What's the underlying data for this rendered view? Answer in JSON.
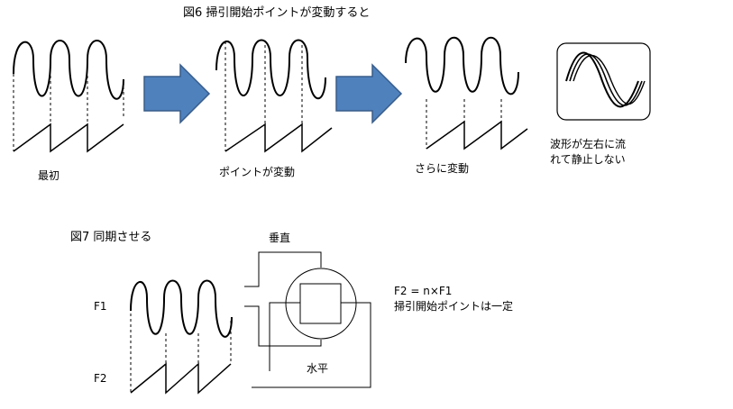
{
  "fig6": {
    "title": "図6  掃引開始ポイントが変動すると",
    "stage_labels": [
      "最初",
      "ポイントが変動",
      "さらに変動"
    ],
    "result_line1": "波形が左右に流",
    "result_line2": "れて静止しない"
  },
  "fig7": {
    "title": "図7  同期させる",
    "f1_label": "F1",
    "f2_label": "F2",
    "vertical_label": "垂直",
    "horizontal_label": "水平",
    "formula": "F2 = n×F1",
    "formula_note": "掃引開始ポイントは一定"
  },
  "colors": {
    "arrow_fill": "#4f81bd",
    "arrow_stroke": "#385d8a",
    "line": "#000000"
  }
}
